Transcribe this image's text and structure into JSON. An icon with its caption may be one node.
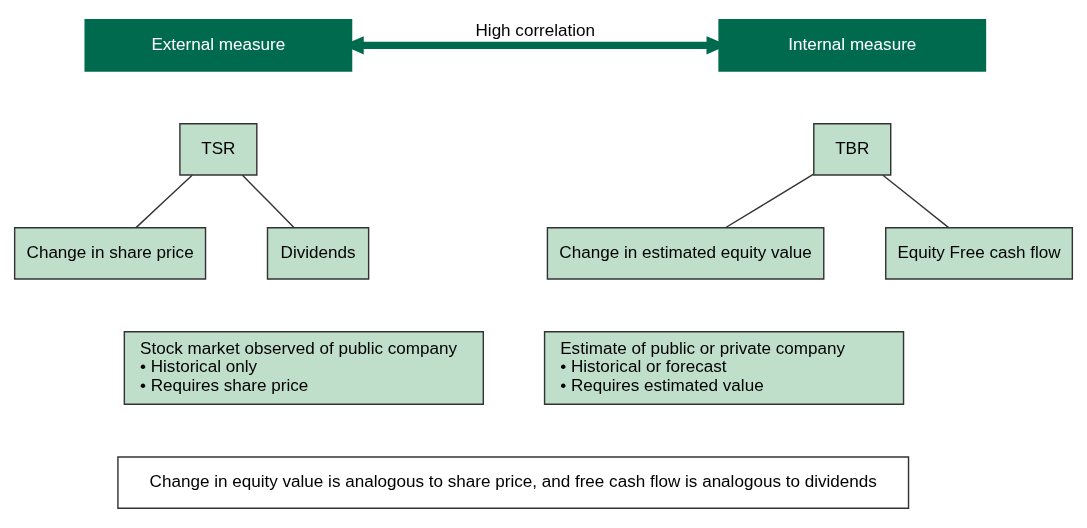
{
  "diagram": {
    "nodes": [
      {
        "text": [
          "External measure"
        ]
      },
      {
        "text": [
          "Internal measure"
        ]
      },
      {
        "text": [
          "TSR"
        ]
      },
      {
        "text": [
          "Change in share price"
        ]
      },
      {
        "text": [
          "Dividends"
        ]
      },
      {
        "text": [
          "TBR"
        ]
      },
      {
        "text": [
          "Change in estimated equity value"
        ]
      },
      {
        "text": [
          "Equity Free cash flow"
        ]
      },
      {
        "text": [
          "Stock market observed of public company",
          "• Historical only",
          "• Requires share price"
        ]
      },
      {
        "text": [
          "Estimate of public or private company",
          "• Historical or forecast",
          "• Requires estimated value"
        ]
      },
      {
        "text": [
          "Change in equity value is analogous to share price, and free cash flow is analogous to dividends"
        ]
      }
    ],
    "edges": [
      {
        "from": 0,
        "to": 1,
        "arrow": "both",
        "label": "High correlation",
        "style": "thick",
        "color": "#006a4e"
      },
      {
        "from": 2,
        "to": 3,
        "arrow": "none"
      },
      {
        "from": 2,
        "to": 4,
        "arrow": "none"
      },
      {
        "from": 5,
        "to": 6,
        "arrow": "none"
      },
      {
        "from": 5,
        "to": 7,
        "arrow": "none"
      }
    ]
  }
}
